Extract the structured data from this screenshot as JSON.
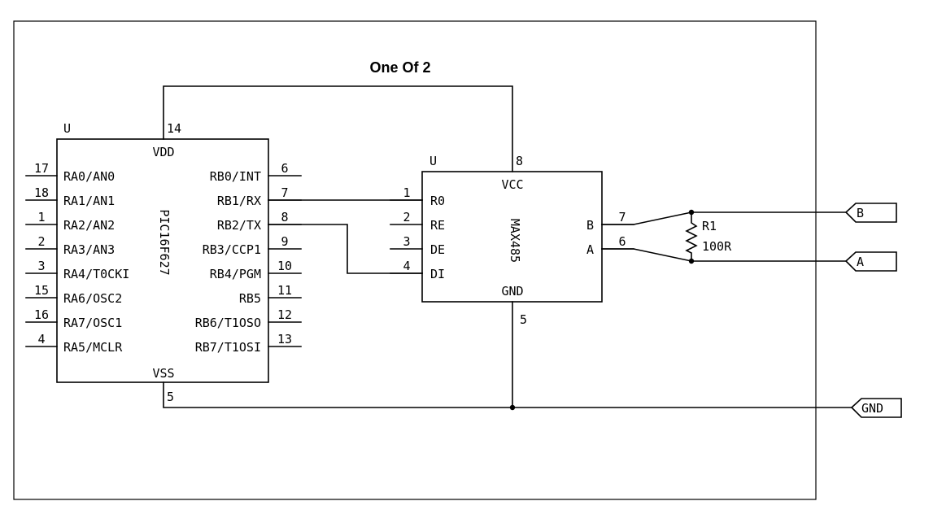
{
  "title": "One Of 2",
  "pic": {
    "ref": "U",
    "part": "PIC16F627",
    "vdd_label": "VDD",
    "vss_label": "VSS",
    "vdd_pin": "14",
    "vss_pin": "5",
    "left_pins": [
      {
        "num": "17",
        "name": "RA0/AN0"
      },
      {
        "num": "18",
        "name": "RA1/AN1"
      },
      {
        "num": "1",
        "name": "RA2/AN2"
      },
      {
        "num": "2",
        "name": "RA3/AN3"
      },
      {
        "num": "3",
        "name": "RA4/T0CKI"
      },
      {
        "num": "15",
        "name": "RA6/OSC2"
      },
      {
        "num": "16",
        "name": "RA7/OSC1"
      },
      {
        "num": "4",
        "name": "RA5/MCLR"
      }
    ],
    "right_pins": [
      {
        "num": "6",
        "name": "RB0/INT"
      },
      {
        "num": "7",
        "name": "RB1/RX"
      },
      {
        "num": "8",
        "name": "RB2/TX"
      },
      {
        "num": "9",
        "name": "RB3/CCP1"
      },
      {
        "num": "10",
        "name": "RB4/PGM"
      },
      {
        "num": "11",
        "name": "RB5"
      },
      {
        "num": "12",
        "name": "RB6/T1OSO"
      },
      {
        "num": "13",
        "name": "RB7/T1OSI"
      }
    ]
  },
  "max": {
    "ref": "U",
    "part": "MAX485",
    "vcc_label": "VCC",
    "gnd_label": "GND",
    "vcc_pin": "8",
    "gnd_pin": "5",
    "left_pins": [
      {
        "num": "1",
        "name": "R0"
      },
      {
        "num": "2",
        "name": "RE"
      },
      {
        "num": "3",
        "name": "DE"
      },
      {
        "num": "4",
        "name": "DI"
      }
    ],
    "right_pins": [
      {
        "num": "7",
        "name": "B"
      },
      {
        "num": "6",
        "name": "A"
      }
    ]
  },
  "resistor": {
    "ref": "R1",
    "value": "100R"
  },
  "ports": {
    "b": "B",
    "a": "A",
    "gnd": "GND"
  }
}
